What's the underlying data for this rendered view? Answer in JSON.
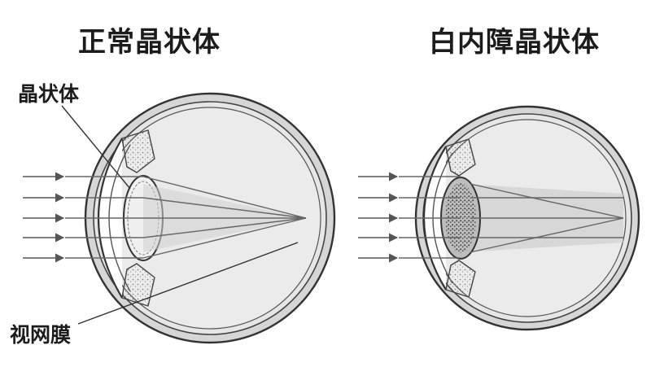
{
  "titles": {
    "normal": "正常晶状体",
    "cataract": "白内障晶状体"
  },
  "labels": {
    "lens": "晶状体",
    "retina": "视网膜"
  },
  "colors": {
    "outline": "#333333",
    "sclera_fill": "#d9d9d9",
    "interior_fill": "#e9e9e9",
    "ray": "#666666",
    "cataract_haze": "#c8c8c8",
    "cataract_dots": "#444444"
  }
}
